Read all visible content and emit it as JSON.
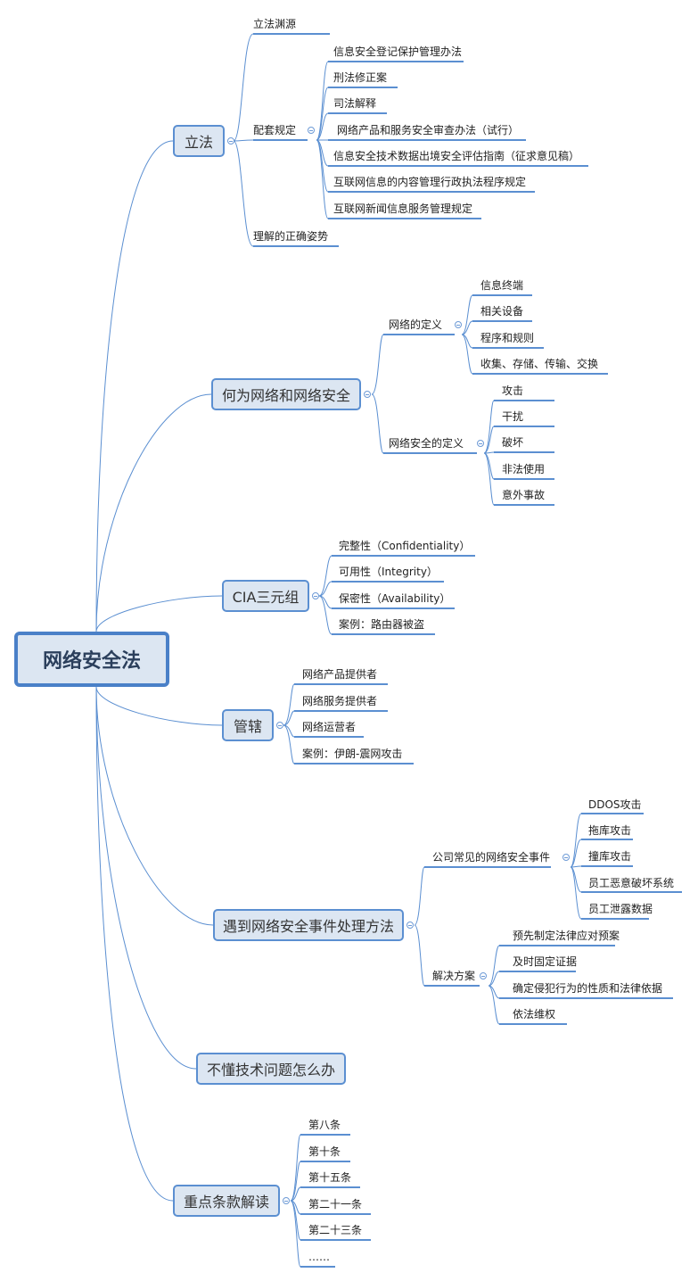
{
  "root": "网络安全法",
  "colors": {
    "line": "#5b8fd1",
    "node_fill": "#dce6f2",
    "node_border": "#4a80c8",
    "text": "#333333"
  },
  "branches": [
    {
      "label": "立法",
      "children": [
        {
          "label": "立法渊源"
        },
        {
          "label": "配套规定",
          "children": [
            {
              "label": "信息安全登记保护管理办法"
            },
            {
              "label": "刑法修正案"
            },
            {
              "label": "司法解释"
            },
            {
              "label": "网络产品和服务安全审查办法（试行）"
            },
            {
              "label": "信息安全技术数据出境安全评估指南（征求意见稿）"
            },
            {
              "label": "互联网信息的内容管理行政执法程序规定"
            },
            {
              "label": "互联网新闻信息服务管理规定"
            }
          ]
        },
        {
          "label": "理解的正确姿势"
        }
      ]
    },
    {
      "label": "何为网络和网络安全",
      "children": [
        {
          "label": "网络的定义",
          "children": [
            {
              "label": "信息终端"
            },
            {
              "label": "相关设备"
            },
            {
              "label": "程序和规则"
            },
            {
              "label": "收集、存储、传输、交换"
            }
          ]
        },
        {
          "label": "网络安全的定义",
          "children": [
            {
              "label": "攻击"
            },
            {
              "label": "干扰"
            },
            {
              "label": "破坏"
            },
            {
              "label": "非法使用"
            },
            {
              "label": "意外事故"
            }
          ]
        }
      ]
    },
    {
      "label": "CIA三元组",
      "children": [
        {
          "label": "完整性（Confidentiality）"
        },
        {
          "label": "可用性（Integrity）"
        },
        {
          "label": "保密性（Availability）"
        },
        {
          "label": "案例：路由器被盗"
        }
      ]
    },
    {
      "label": "管辖",
      "children": [
        {
          "label": "网络产品提供者"
        },
        {
          "label": "网络服务提供者"
        },
        {
          "label": "网络运营者"
        },
        {
          "label": "案例：伊朗-震网攻击"
        }
      ]
    },
    {
      "label": "遇到网络安全事件处理方法",
      "children": [
        {
          "label": "公司常见的网络安全事件",
          "children": [
            {
              "label": "DDOS攻击"
            },
            {
              "label": "拖库攻击"
            },
            {
              "label": "撞库攻击"
            },
            {
              "label": "员工恶意破坏系统"
            },
            {
              "label": "员工泄露数据"
            }
          ]
        },
        {
          "label": "解决方案",
          "children": [
            {
              "label": "预先制定法律应对预案"
            },
            {
              "label": "及时固定证据"
            },
            {
              "label": "确定侵犯行为的性质和法律依据"
            },
            {
              "label": "依法维权"
            }
          ]
        }
      ]
    },
    {
      "label": "不懂技术问题怎么办"
    },
    {
      "label": "重点条款解读",
      "children": [
        {
          "label": "第八条"
        },
        {
          "label": "第十条"
        },
        {
          "label": "第十五条"
        },
        {
          "label": "第二十一条"
        },
        {
          "label": "第二十三条"
        },
        {
          "label": "……"
        }
      ]
    }
  ]
}
